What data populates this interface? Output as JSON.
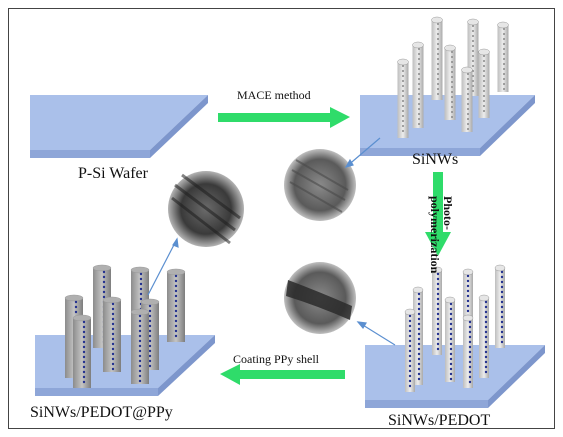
{
  "labels": {
    "wafer": "P-Si Wafer",
    "sinws": "SiNWs",
    "pedot": "SiNWs/PEDOT",
    "pedot_ppy": "SiNWs/PEDOT@PPy",
    "mace": "MACE method",
    "photo_line1": "Photo-",
    "photo_line2": "polymerization",
    "coating": "Coating PPy shell"
  },
  "colors": {
    "plate_top": "#aac0ea",
    "plate_side": "#8ea6d8",
    "arrow_green": "#2fdc6a",
    "pointer_blue": "#5b8fd0",
    "nanowire": "#c9c9c9",
    "pedot_dot": "#23318f",
    "ppy_shell": "#9b9b9b",
    "tem_dark": "#2a2a2a"
  },
  "icons": [
    "mace-arrow-icon",
    "photopolymerization-arrow-icon",
    "coating-arrow-icon"
  ]
}
